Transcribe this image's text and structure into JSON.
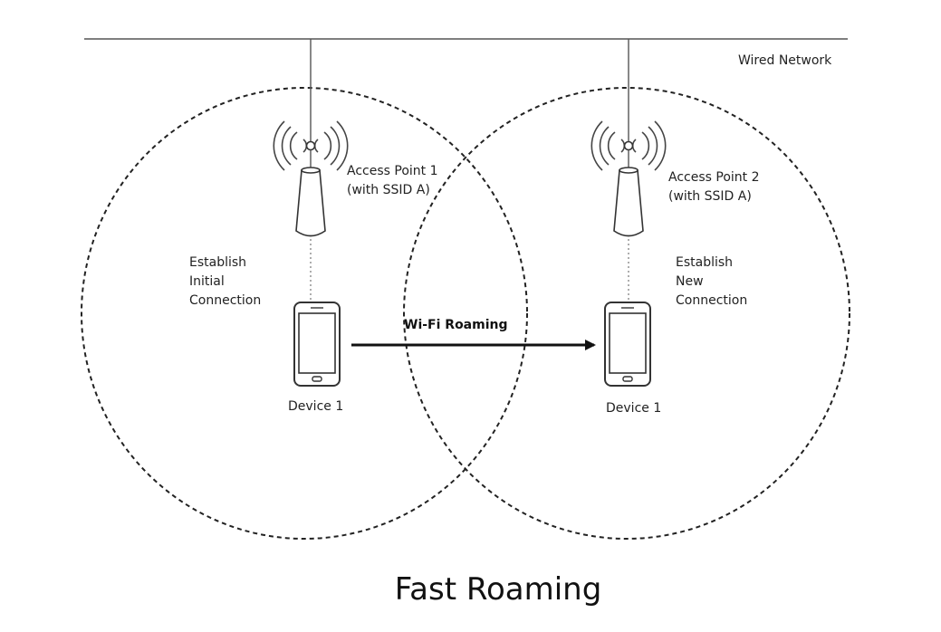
{
  "network": {
    "label": "Wired Network"
  },
  "access_points": [
    {
      "name": "Access Point 1",
      "ssid": "(with SSID A)"
    },
    {
      "name": "Access Point 2",
      "ssid": "(with SSID A)"
    }
  ],
  "connections": [
    {
      "line1": "Establish",
      "line2": "Initial",
      "line3": "Connection"
    },
    {
      "line1": "Establish",
      "line2": "New",
      "line3": "Connection"
    }
  ],
  "devices": [
    {
      "label": "Device 1"
    },
    {
      "label": "Device 1"
    }
  ],
  "roaming": {
    "label": "Wi-Fi Roaming"
  },
  "caption": "Fast Roaming",
  "icons": [
    "wifi-signal-icon",
    "access-point-icon",
    "smartphone-icon",
    "arrow-right-icon"
  ]
}
